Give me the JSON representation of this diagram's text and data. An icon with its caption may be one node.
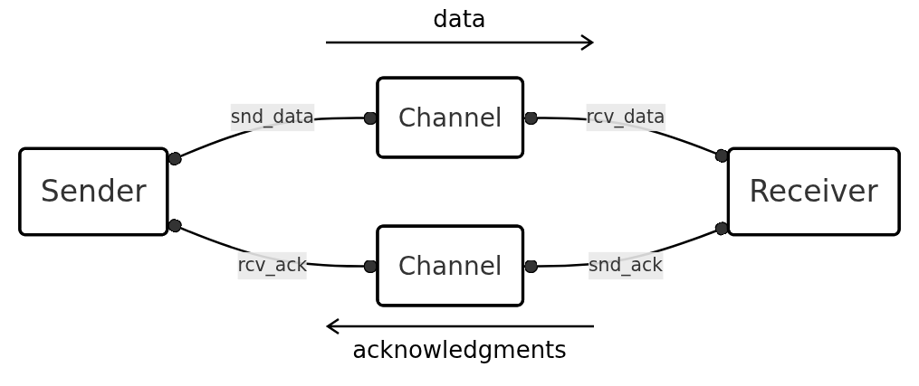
{
  "diagram": {
    "nodes": [
      {
        "text": [
          "Sender"
        ]
      },
      {
        "text": [
          "Channel"
        ]
      },
      {
        "text": [
          "Channel"
        ]
      },
      {
        "text": [
          "Receiver"
        ]
      }
    ],
    "edges": [
      {
        "from": 0,
        "to": 1,
        "arrow": "other",
        "label": "snd_data"
      },
      {
        "from": 1,
        "to": 3,
        "arrow": "other",
        "label": "rcv_data"
      },
      {
        "from": 0,
        "to": 2,
        "arrow": "other",
        "label": "rcv_ack"
      },
      {
        "from": 2,
        "to": 3,
        "arrow": "other",
        "label": "snd_ack"
      }
    ],
    "labels": [
      "data",
      "acknowledgments"
    ]
  }
}
